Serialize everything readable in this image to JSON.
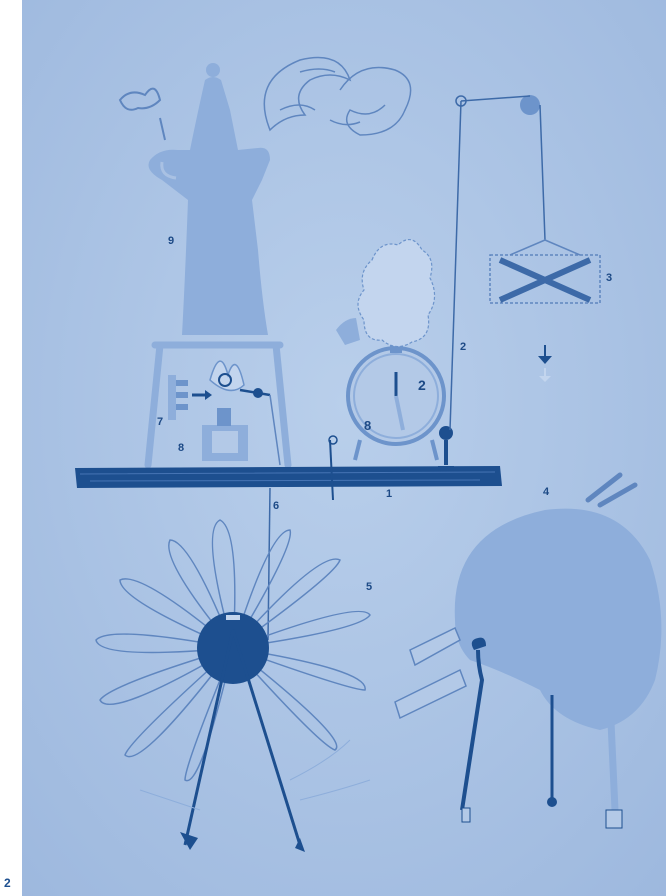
{
  "page": {
    "page_number": "2"
  },
  "labels": {
    "n1": "1",
    "n2_string": "2",
    "n2_clock": "2",
    "n3": "3",
    "n4": "4",
    "n5": "5",
    "n6": "6",
    "n7": "7",
    "n8_burner": "8",
    "n8_clock": "8",
    "n9": "9"
  },
  "colors": {
    "paper": "#a9c1e3",
    "ink_light": "#8eaedb",
    "ink_mid": "#6d94cb",
    "ink_dark": "#1d4f8f"
  }
}
